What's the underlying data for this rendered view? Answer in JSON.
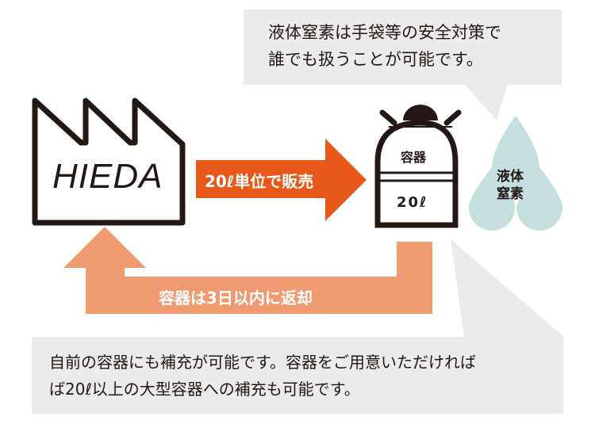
{
  "top_callout": {
    "lines": [
      "液体窒素は手袋等の安全対策で",
      "誰でも扱うことが可能です。"
    ]
  },
  "factory": {
    "brand": "HIEDA"
  },
  "sale_arrow": {
    "label": "20ℓ単位で販売"
  },
  "return_arrow": {
    "label": "容器は3日以内に返却"
  },
  "container": {
    "label": "容器",
    "volume": "20ℓ"
  },
  "liquid": {
    "line1": "液体",
    "line2": "窒素"
  },
  "bottom_callout": {
    "lines": [
      "自前の容器にも補充が可能です。容器をご用意いただければ",
      "ば20ℓ以上の大型容器への補充も可能です。"
    ]
  },
  "colors": {
    "sale": "#e8581a",
    "return": "#f09a72",
    "callout": "#ebebeb",
    "drop": "#c5dfdf",
    "ink": "#231815"
  }
}
